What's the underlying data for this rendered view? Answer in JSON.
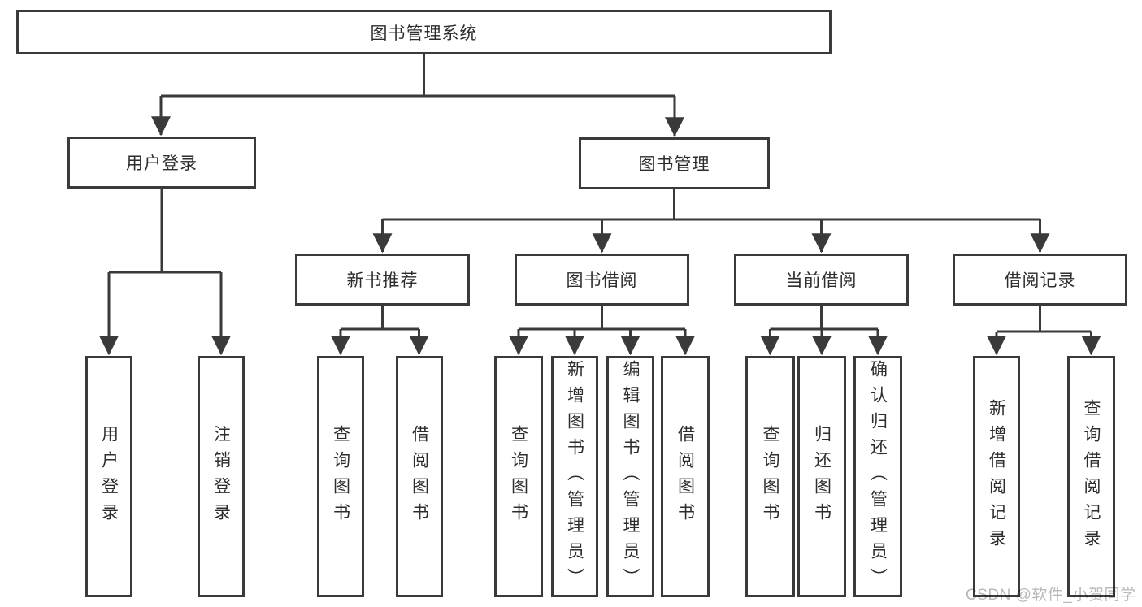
{
  "diagram_title": "图书管理系统",
  "watermark": "CSDN @软件_小贺同学",
  "colors": {
    "line": "#3a3a3a",
    "box_border": "#3a3a3a",
    "text": "#2d2d2d",
    "watermark": "#b9b9b9",
    "background": "#ffffff"
  },
  "nodes": {
    "root": {
      "label": "图书管理系统"
    },
    "user_login": {
      "label": "用户登录"
    },
    "book_mgmt": {
      "label": "图书管理"
    },
    "new_book_rec": {
      "label": "新书推荐"
    },
    "book_borrow": {
      "label": "图书借阅"
    },
    "current_borrow": {
      "label": "当前借阅"
    },
    "borrow_records": {
      "label": "借阅记录"
    },
    "leaf_login": {
      "label": "用户登录"
    },
    "leaf_logout": {
      "label": "注销登录"
    },
    "leaf_nbr_query": {
      "label": "查询图书"
    },
    "leaf_nbr_borrow": {
      "label": "借阅图书"
    },
    "leaf_bb_query": {
      "label": "查询图书"
    },
    "leaf_bb_add": {
      "label": "新增图书（管理员）"
    },
    "leaf_bb_edit": {
      "label": "编辑图书（管理员）"
    },
    "leaf_bb_borrow": {
      "label": "借阅图书"
    },
    "leaf_cb_query": {
      "label": "查询图书"
    },
    "leaf_cb_return": {
      "label": "归还图书"
    },
    "leaf_cb_confirm": {
      "label": "确认归还（管理员）"
    },
    "leaf_br_add": {
      "label": "新增借阅记录"
    },
    "leaf_br_query": {
      "label": "查询借阅记录"
    }
  },
  "hierarchy": {
    "图书管理系统": {
      "用户登录": [
        "用户登录",
        "注销登录"
      ],
      "图书管理": {
        "新书推荐": [
          "查询图书",
          "借阅图书"
        ],
        "图书借阅": [
          "查询图书",
          "新增图书（管理员）",
          "编辑图书（管理员）",
          "借阅图书"
        ],
        "当前借阅": [
          "查询图书",
          "归还图书",
          "确认归还（管理员）"
        ],
        "借阅记录": [
          "新增借阅记录",
          "查询借阅记录"
        ]
      }
    }
  }
}
